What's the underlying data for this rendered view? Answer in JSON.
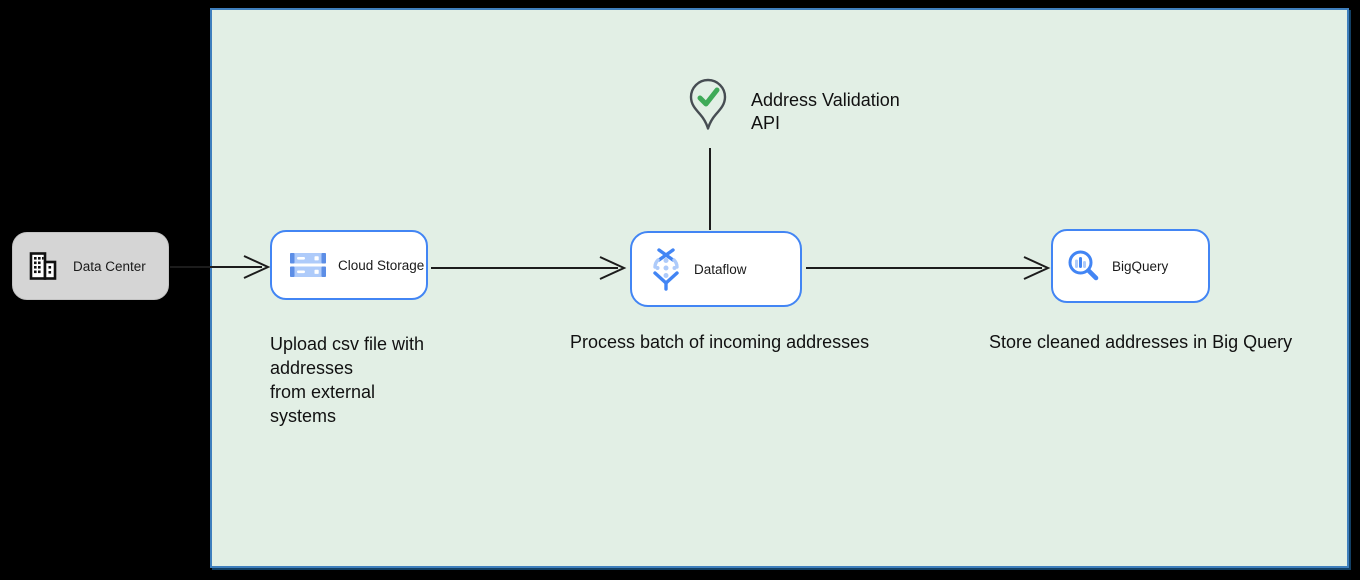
{
  "diagram": {
    "nodes": {
      "data_center": {
        "label": "Data Center",
        "icon": "building-icon"
      },
      "cloud_storage": {
        "label": "Cloud Storage",
        "icon": "cloud-storage-icon"
      },
      "dataflow": {
        "label": "Dataflow",
        "icon": "dataflow-icon"
      },
      "bigquery": {
        "label": "BigQuery",
        "icon": "bigquery-icon"
      }
    },
    "annotation": {
      "icon": "map-pin-check-icon",
      "line1": "Address Validation",
      "line2": "API"
    },
    "captions": {
      "upload": {
        "line1": "Upload csv file with",
        "line2": "addresses",
        "line3": "from external",
        "line4": "systems"
      },
      "process": {
        "text": "Process batch of incoming addresses"
      },
      "store": {
        "text": "Store cleaned addresses in Big Query"
      }
    },
    "edges": [
      {
        "from": "data_center",
        "to": "cloud_storage"
      },
      {
        "from": "cloud_storage",
        "to": "dataflow"
      },
      {
        "from": "dataflow",
        "to": "bigquery"
      },
      {
        "from": "address_validation_api",
        "to": "dataflow"
      }
    ],
    "colors": {
      "page_background": "#000000",
      "canvas_fill": "#E2EFE5",
      "canvas_border": "#3F7FBD",
      "node_border": "#4285F4",
      "node_fill": "#FFFFFF",
      "data_center_fill": "#D5D5D5",
      "arrow": "#1C1C1C",
      "check_green": "#3FAA58",
      "pin_outline": "#474D53",
      "icon_blue": "#4285F4",
      "icon_light_blue": "#AECBFA",
      "text": "#111111"
    }
  }
}
